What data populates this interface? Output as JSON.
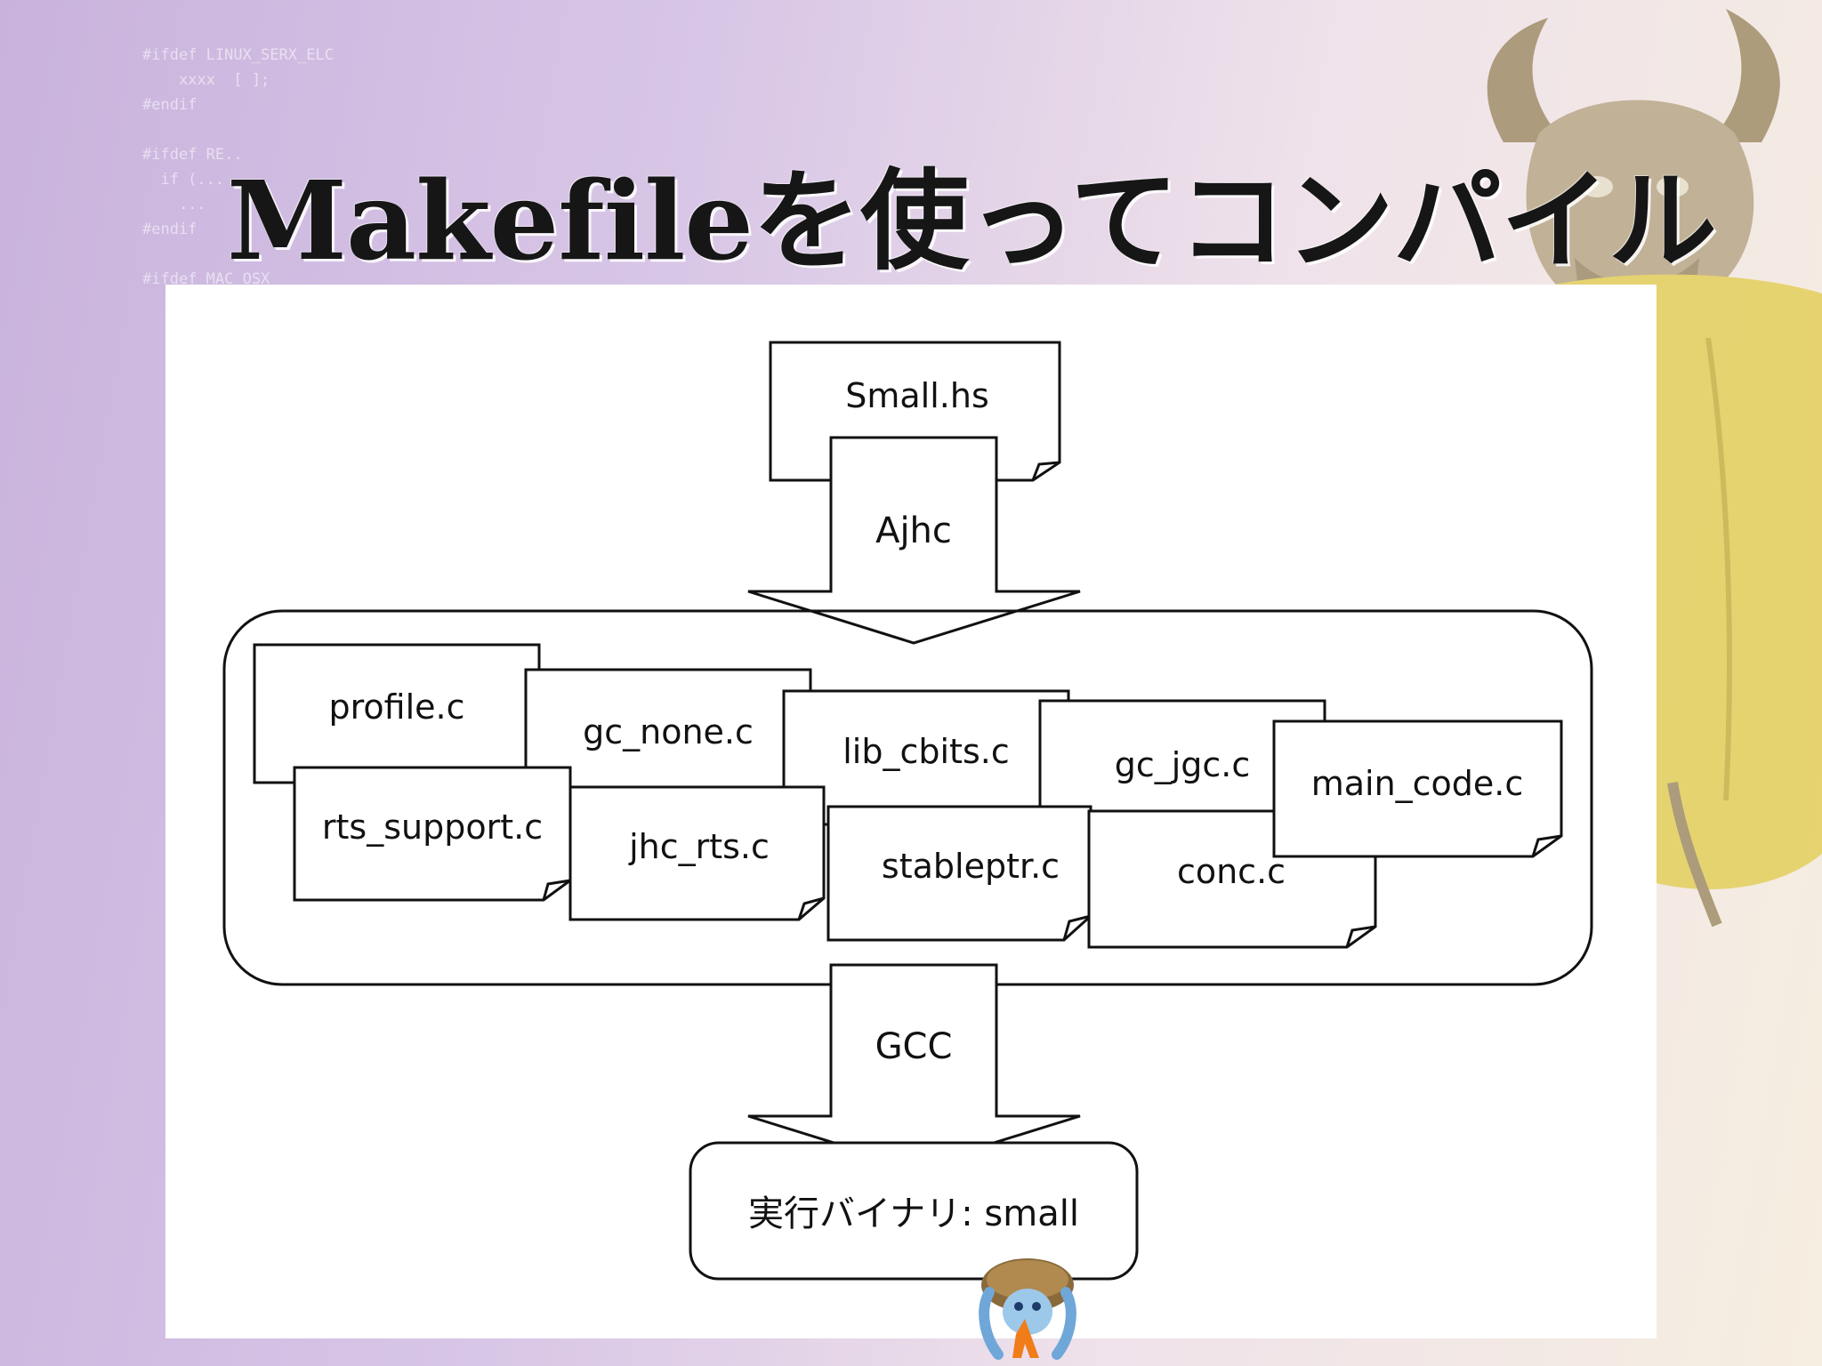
{
  "slide": {
    "title": "Makefileを使ってコンパイル"
  },
  "background": {
    "code_lines": [
      "#ifdef LINUX_SERX_ELC",
      "    xxxx  [ ];",
      "#endif",
      "",
      "#ifdef RE..",
      "  if (...",
      "    ...",
      "#endif",
      "",
      "#ifdef MAC_OSX"
    ]
  },
  "diagram": {
    "source_file": "Small.hs",
    "compile_step": "Ajhc",
    "generated_files": [
      "profile.c",
      "gc_none.c",
      "lib_cbits.c",
      "gc_jgc.c",
      "main_code.c",
      "rts_support.c",
      "jhc_rts.c",
      "stableptr.c",
      "conc.c"
    ],
    "link_step": "GCC",
    "output": "実行バイナリ: small"
  },
  "icons": [
    "gnu-mascot",
    "haskell-turtle-mascot"
  ],
  "colors": {
    "stroke": "#111111",
    "panel": "#ffffff",
    "mascot_yellow": "#e3cf5c"
  }
}
